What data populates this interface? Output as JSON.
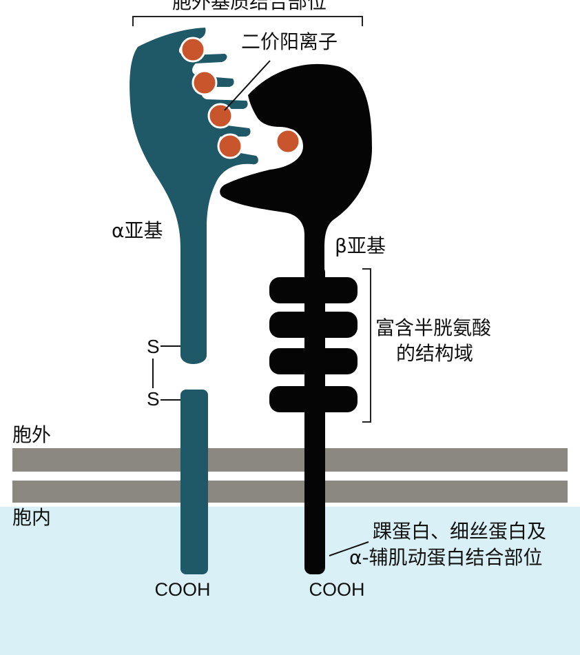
{
  "labels": {
    "ecm_binding_site": "胞外基质结合部位",
    "divalent_cations": "二价阳离子",
    "alpha_subunit": "α亚基",
    "beta_subunit": "β亚基",
    "cys_rich_domain_line1": "富含半胱氨酸",
    "cys_rich_domain_line2": "的结构域",
    "disulfide_s1": "S",
    "disulfide_s2": "S",
    "extracellular": "胞外",
    "intracellular": "胞内",
    "cyto_binding_line1": "踝蛋白、细丝蛋白及",
    "cyto_binding_line2": "α-辅肌动蛋白结合部位",
    "alpha_terminus": "COOH",
    "beta_terminus": "COOH"
  },
  "colors": {
    "alpha_subunit": "#1f5866",
    "beta_subunit": "#050505",
    "cation": "#c8552c",
    "membrane": "#8a8880",
    "cytoplasm_bg": "#d9f0f6",
    "bracket": "#222222"
  }
}
